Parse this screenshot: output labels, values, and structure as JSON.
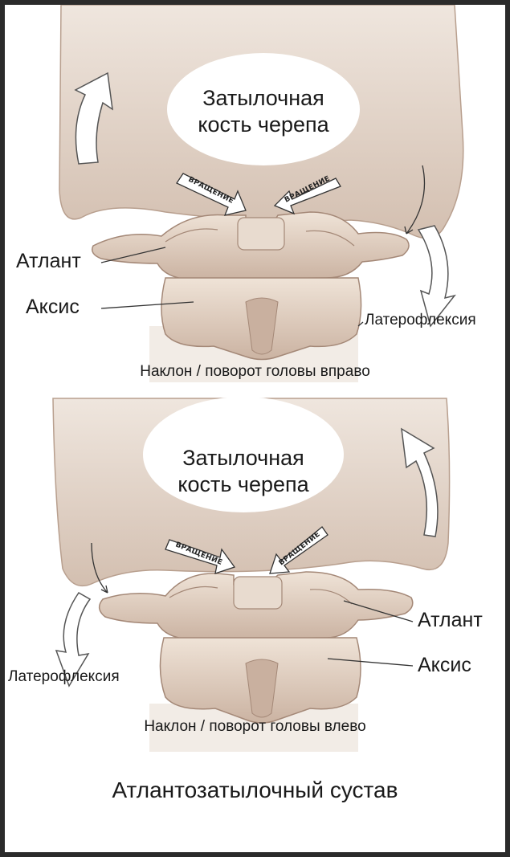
{
  "panel_right": {
    "skull_line1": "Затылочная",
    "skull_line2": "кость черепа",
    "rotation_left": "ВРАЩЕНИЕ",
    "rotation_right": "ВРАЩЕНИЕ",
    "atlas": "Атлант",
    "axis": "Аксис",
    "lateroflexion": "Латерофлексия",
    "caption": "Наклон / поворот головы вправо"
  },
  "panel_left": {
    "skull_line1": "Затылочная",
    "skull_line2": "кость черепа",
    "rotation_left": "ВРАЩЕНИЕ",
    "rotation_right": "ВРАЩЕНИЕ",
    "atlas": "Атлант",
    "axis": "Аксис",
    "lateroflexion": "Латерофлексия",
    "caption": "Наклон / поворот головы влево"
  },
  "footer_title": "Атлантозатылочный сустав",
  "colors": {
    "bone": "#e3d3c5",
    "bone_shadow": "#c7ad9c",
    "skull": "#dccbbd",
    "frame": "#2b2b2b"
  }
}
